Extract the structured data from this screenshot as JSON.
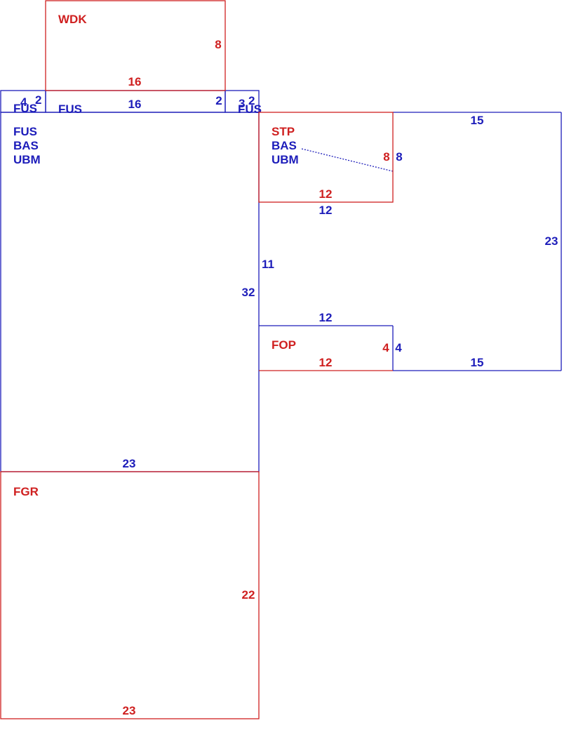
{
  "colors": {
    "blue": "#1d1dba",
    "red": "#cf2020"
  },
  "areas": {
    "wdk": {
      "code": "WDK",
      "width": "16",
      "depth": "8"
    },
    "left_strip": {
      "code": "FUS",
      "dim_a": "4",
      "dim_b": "2"
    },
    "mid_strip": {
      "code": "FUS",
      "width": "16",
      "depth": "2"
    },
    "right_strip": {
      "code": "FUS",
      "dim_a": "3",
      "dim_b": "2"
    },
    "main": {
      "codes": [
        "FUS",
        "BAS",
        "UBM"
      ],
      "width": "23",
      "depth": "32"
    },
    "rear": {
      "codes": [
        "BAS",
        "UBM"
      ],
      "top_width": "15",
      "bottom_width": "15",
      "depth": "23",
      "notch_width_top": "12",
      "notch_depth": "11",
      "notch_width_bottom": "12"
    },
    "stp": {
      "code": "STP",
      "width": "12",
      "depth": "8",
      "outer_depth": "8"
    },
    "fop": {
      "code": "FOP",
      "width": "12",
      "depth": "4",
      "outer_depth": "4"
    },
    "fgr": {
      "code": "FGR",
      "width": "23",
      "depth": "22"
    }
  }
}
